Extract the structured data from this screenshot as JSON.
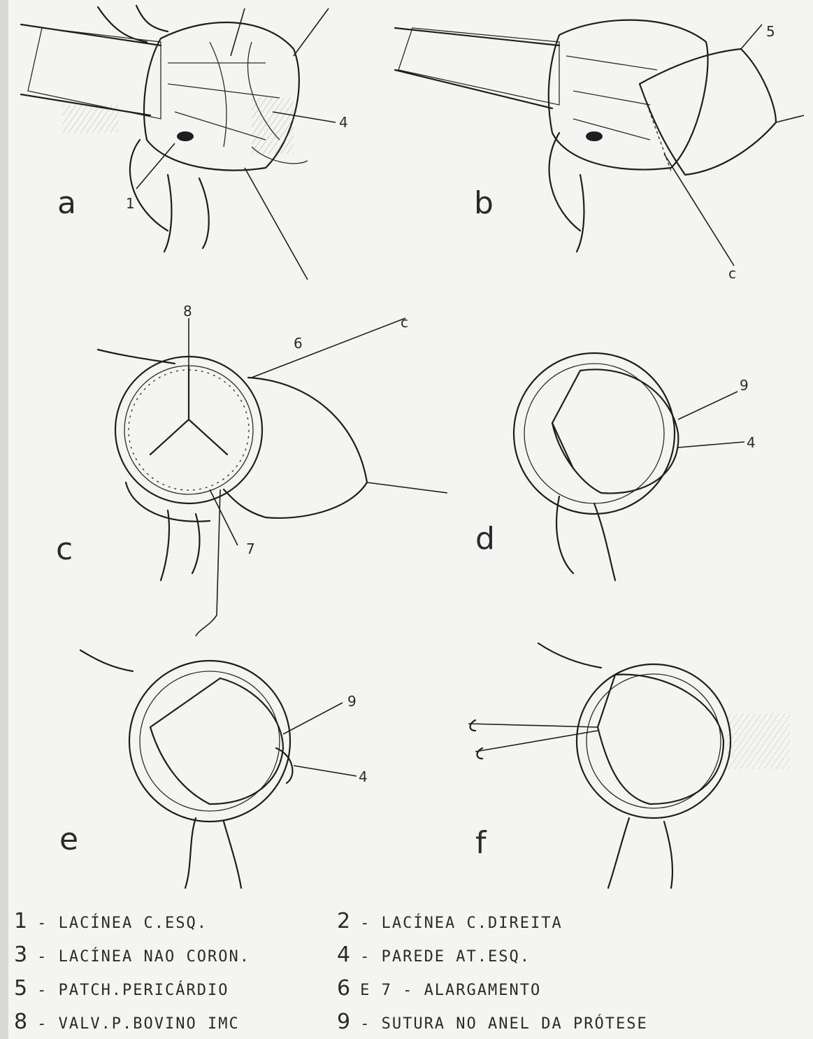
{
  "panels": [
    {
      "letter": "a",
      "callouts": [
        "1",
        "4"
      ]
    },
    {
      "letter": "b",
      "callouts": [
        "5",
        "c"
      ]
    },
    {
      "letter": "c",
      "callouts": [
        "8",
        "6",
        "c",
        "7"
      ]
    },
    {
      "letter": "d",
      "callouts": [
        "9",
        "4"
      ]
    },
    {
      "letter": "e",
      "callouts": [
        "9",
        "4"
      ]
    },
    {
      "letter": "f",
      "callouts": []
    }
  ],
  "legend": [
    {
      "num": "1",
      "text": "- LACÍNEA C.ESQ."
    },
    {
      "num": "2",
      "text": "- LACÍNEA C.DIREITA"
    },
    {
      "num": "3",
      "text": "- LACÍNEA NAO CORON."
    },
    {
      "num": "4",
      "text": "- PAREDE AT.ESQ."
    },
    {
      "num": "5",
      "text": "- PATCH.PERICÁRDIO"
    },
    {
      "num": "6",
      "text": "E 7 - ALARGAMENTO"
    },
    {
      "num": "8",
      "text": "- VALV.P.BOVINO IMC"
    },
    {
      "num": "9",
      "text": "- SUTURA NO ANEL DA PRÓTESE"
    }
  ]
}
